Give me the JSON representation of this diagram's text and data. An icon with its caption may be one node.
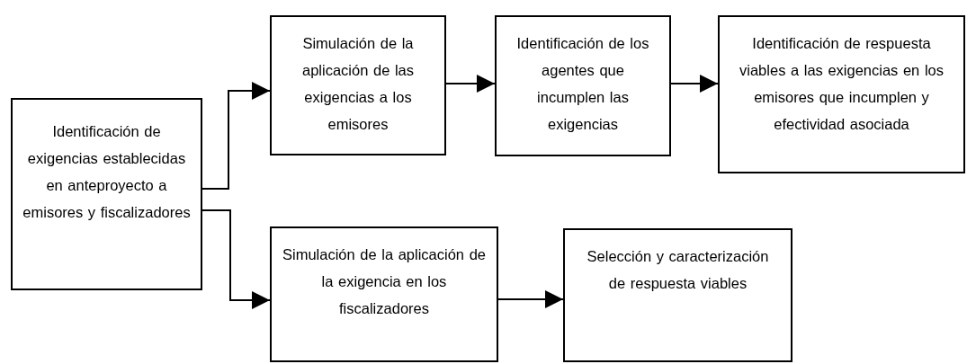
{
  "diagram": {
    "nodes": [
      {
        "text": [
          "Identificación de exigencias establecidas en anteproyecto a emisores y fiscalizadores"
        ]
      },
      {
        "text": [
          "Simulación de la aplicación de las exigencias a los emisores"
        ]
      },
      {
        "text": [
          "Identificación de los agentes que incumplen las exigencias"
        ]
      },
      {
        "text": [
          "Identificación de respuesta viables a las exigencias en los emisores que incumplen y efectividad asociada"
        ]
      },
      {
        "text": [
          "Simulación de la aplicación de la exigencia en los fiscalizadores"
        ]
      },
      {
        "text": [
          "Selección y caracterización de respuesta viables"
        ]
      }
    ],
    "edges": [
      {
        "from": 0,
        "to": 1,
        "arrow": "to"
      },
      {
        "from": 1,
        "to": 2,
        "arrow": "to"
      },
      {
        "from": 2,
        "to": 3,
        "arrow": "to"
      },
      {
        "from": 0,
        "to": 4,
        "arrow": "to"
      },
      {
        "from": 4,
        "to": 5,
        "arrow": "to"
      }
    ]
  }
}
